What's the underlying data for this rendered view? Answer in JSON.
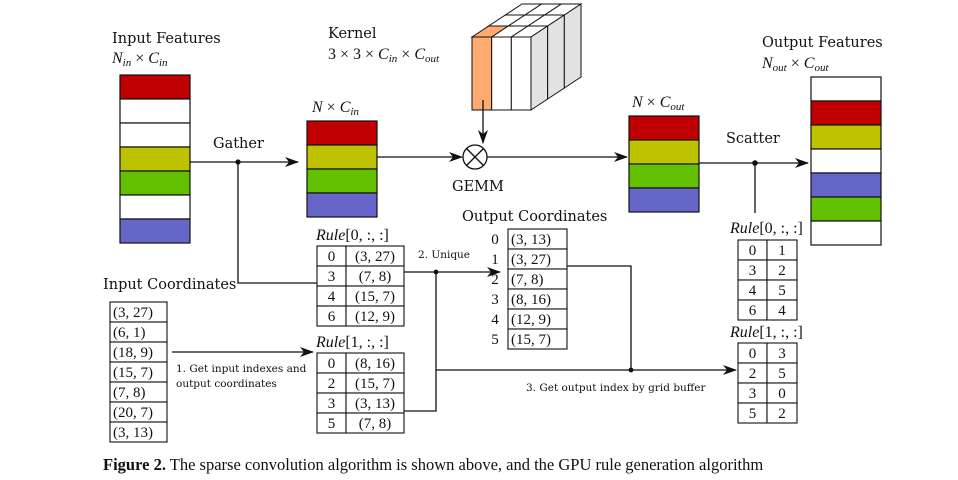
{
  "colors": {
    "red": "#c00000",
    "yellow": "#bfc200",
    "green": "#63c000",
    "blue": "#6665c8",
    "white": "#ffffff",
    "orange": "#ffab70",
    "gray": "#e2e2e2"
  },
  "input_features": {
    "title": "Input Features",
    "dim": {
      "a": "N",
      "asub": "in",
      "x": " × ",
      "b": "C",
      "bsub": "in"
    },
    "rows": [
      "red",
      "white",
      "white",
      "yellow",
      "green",
      "white",
      "blue"
    ]
  },
  "gathered": {
    "dim": {
      "a": "N",
      "x": " × ",
      "b": "C",
      "bsub": "in"
    },
    "rows": [
      "red",
      "yellow",
      "green",
      "blue"
    ]
  },
  "kernel": {
    "title": "Kernel",
    "dim": {
      "p": "3 × 3 × ",
      "b": "C",
      "bsub": "in",
      "x": " × ",
      "c": "C",
      "csub": "out"
    }
  },
  "gemm_label": "GEMM",
  "gather_label": "Gather",
  "scatter_label": "Scatter",
  "computed": {
    "dim": {
      "a": "N",
      "x": " × ",
      "b": "C",
      "bsub": "out"
    },
    "rows": [
      "red",
      "yellow",
      "green",
      "blue"
    ]
  },
  "output_features": {
    "title": "Output Features",
    "dim": {
      "a": "N",
      "asub": "out",
      "x": " × ",
      "b": "C",
      "bsub": "out"
    },
    "rows": [
      "white",
      "red",
      "yellow",
      "white",
      "blue",
      "green",
      "white"
    ]
  },
  "input_coordinates": {
    "title": "Input Coordinates",
    "rows": [
      "(3, 27)",
      "(6, 1)",
      "(18, 9)",
      "(15, 7)",
      "(7, 8)",
      "(20, 7)",
      "(3, 13)"
    ]
  },
  "rule_left": [
    {
      "name": "Rule",
      "idx": "[0, :, :]",
      "rows": [
        [
          "0",
          "(3, 27)"
        ],
        [
          "3",
          "(7, 8)"
        ],
        [
          "4",
          "(15, 7)"
        ],
        [
          "6",
          "(12, 9)"
        ]
      ]
    },
    {
      "name": "Rule",
      "idx": "[1, :, :]",
      "rows": [
        [
          "0",
          "(8, 16)"
        ],
        [
          "2",
          "(15, 7)"
        ],
        [
          "3",
          "(3, 13)"
        ],
        [
          "5",
          "(7, 8)"
        ]
      ]
    }
  ],
  "output_coordinates": {
    "title": "Output Coordinates",
    "indices": [
      "0",
      "1",
      "2",
      "3",
      "4",
      "5"
    ],
    "rows": [
      "(3, 13)",
      "(3, 27)",
      "(7, 8)",
      "(8, 16)",
      "(12, 9)",
      "(15, 7)"
    ]
  },
  "rule_right": [
    {
      "name": "Rule",
      "idx": "[0, :, :]",
      "rows": [
        [
          "0",
          "1"
        ],
        [
          "3",
          "2"
        ],
        [
          "4",
          "5"
        ],
        [
          "6",
          "4"
        ]
      ]
    },
    {
      "name": "Rule",
      "idx": "[1, :, :]",
      "rows": [
        [
          "0",
          "3"
        ],
        [
          "2",
          "5"
        ],
        [
          "3",
          "0"
        ],
        [
          "5",
          "2"
        ]
      ]
    }
  ],
  "steps": {
    "step1_line1": "1. Get input indexes and",
    "step1_line2": "output coordinates",
    "step2": "2. Unique",
    "step3": "3. Get output index by grid buffer"
  },
  "caption": {
    "label": "Figure 2.",
    "text": " The sparse convolution algorithm is shown above, and the GPU rule generation algorithm"
  }
}
